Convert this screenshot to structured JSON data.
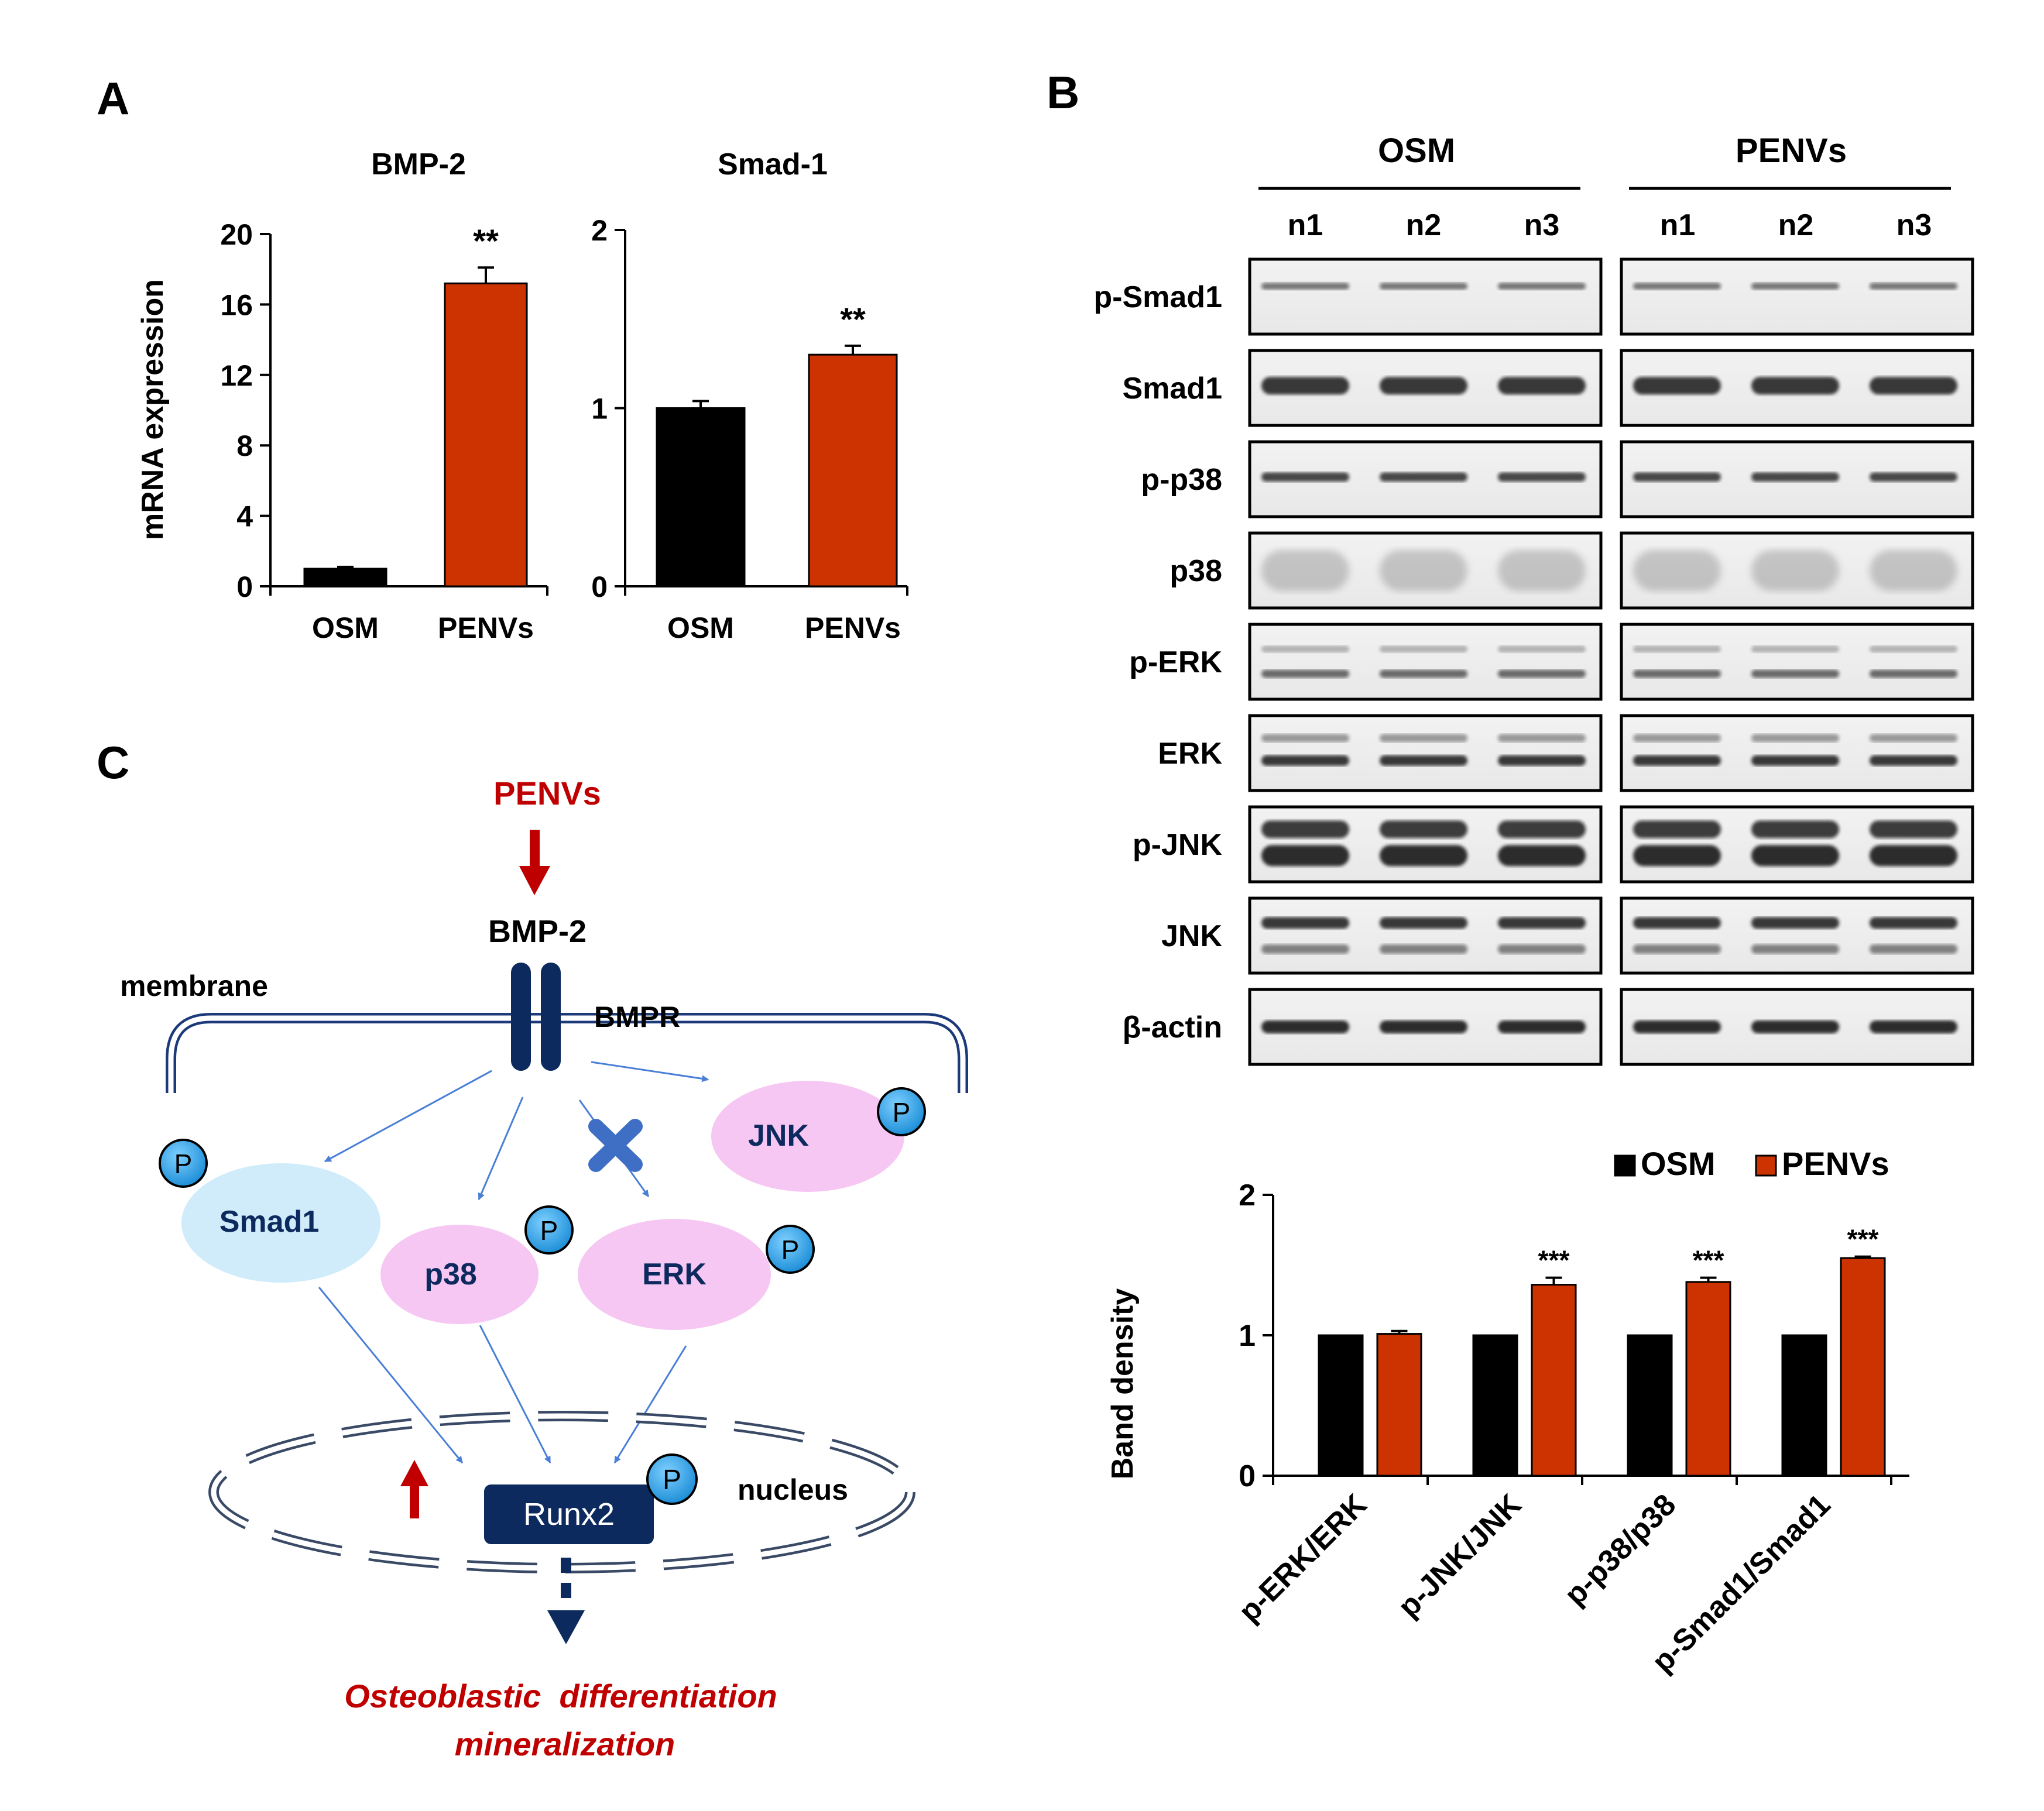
{
  "panels": {
    "a": "A",
    "b": "B",
    "c": "C"
  },
  "colors": {
    "osm": "#000000",
    "penvs": "#cc3300",
    "red_text": "#c00000",
    "navy": "#0d2a5e",
    "arrow_blue": "#4a7fd6"
  },
  "panel_a": {
    "ylabel": "mRNA expression",
    "groups": [
      "OSM",
      "PENVs"
    ]
  },
  "chart_data": [
    {
      "type": "bar",
      "title": "BMP-2",
      "categories": [
        "OSM",
        "PENVs"
      ],
      "values": [
        1.0,
        17.2
      ],
      "errors": [
        0.1,
        0.9
      ],
      "ylabel": "mRNA expression",
      "ylim": [
        0,
        20
      ],
      "yticks": [
        0,
        4,
        8,
        12,
        16,
        20
      ],
      "significance": [
        "",
        "**"
      ]
    },
    {
      "type": "bar",
      "title": "Smad-1",
      "categories": [
        "OSM",
        "PENVs"
      ],
      "values": [
        1.0,
        1.3
      ],
      "errors": [
        0.04,
        0.05
      ],
      "ylim": [
        0,
        2
      ],
      "yticks": [
        0,
        1,
        2
      ],
      "significance": [
        "",
        "**"
      ]
    },
    {
      "type": "bar",
      "categories": [
        "p-ERK/ERK",
        "p-JNK/JNK",
        "p-p38/p38",
        "p-Smad1/Smad1"
      ],
      "series": [
        {
          "name": "OSM",
          "values": [
            1.0,
            1.0,
            1.0,
            1.0
          ],
          "errors": [
            0,
            0,
            0,
            0
          ]
        },
        {
          "name": "PENVs",
          "values": [
            1.01,
            1.36,
            1.38,
            1.55
          ],
          "errors": [
            0.02,
            0.05,
            0.03,
            0.01
          ]
        }
      ],
      "significance": [
        "",
        "***",
        "***",
        "***"
      ],
      "ylabel": "Band density",
      "ylim": [
        0,
        2
      ],
      "yticks": [
        0,
        1,
        2
      ],
      "legend": "top-right"
    }
  ],
  "panel_b": {
    "groups": [
      "OSM",
      "PENVs"
    ],
    "lanes": [
      "n1",
      "n2",
      "n3"
    ],
    "rows": [
      "p-Smad1",
      "Smad1",
      "p-p38",
      "p38",
      "p-ERK",
      "ERK",
      "p-JNK",
      "JNK",
      "β-actin"
    ]
  },
  "panel_c": {
    "stimulus": "PENVs",
    "ligand": "BMP-2",
    "receptor": "BMPR",
    "membrane": "membrane",
    "nucleus": "nucleus",
    "phospho": "P",
    "nodes": {
      "smad1": "Smad1",
      "p38": "p38",
      "erk": "ERK",
      "jnk": "JNK",
      "runx2": "Runx2"
    },
    "outcome_line1": "Osteoblastic  differentiation",
    "outcome_line2": "mineralization"
  }
}
